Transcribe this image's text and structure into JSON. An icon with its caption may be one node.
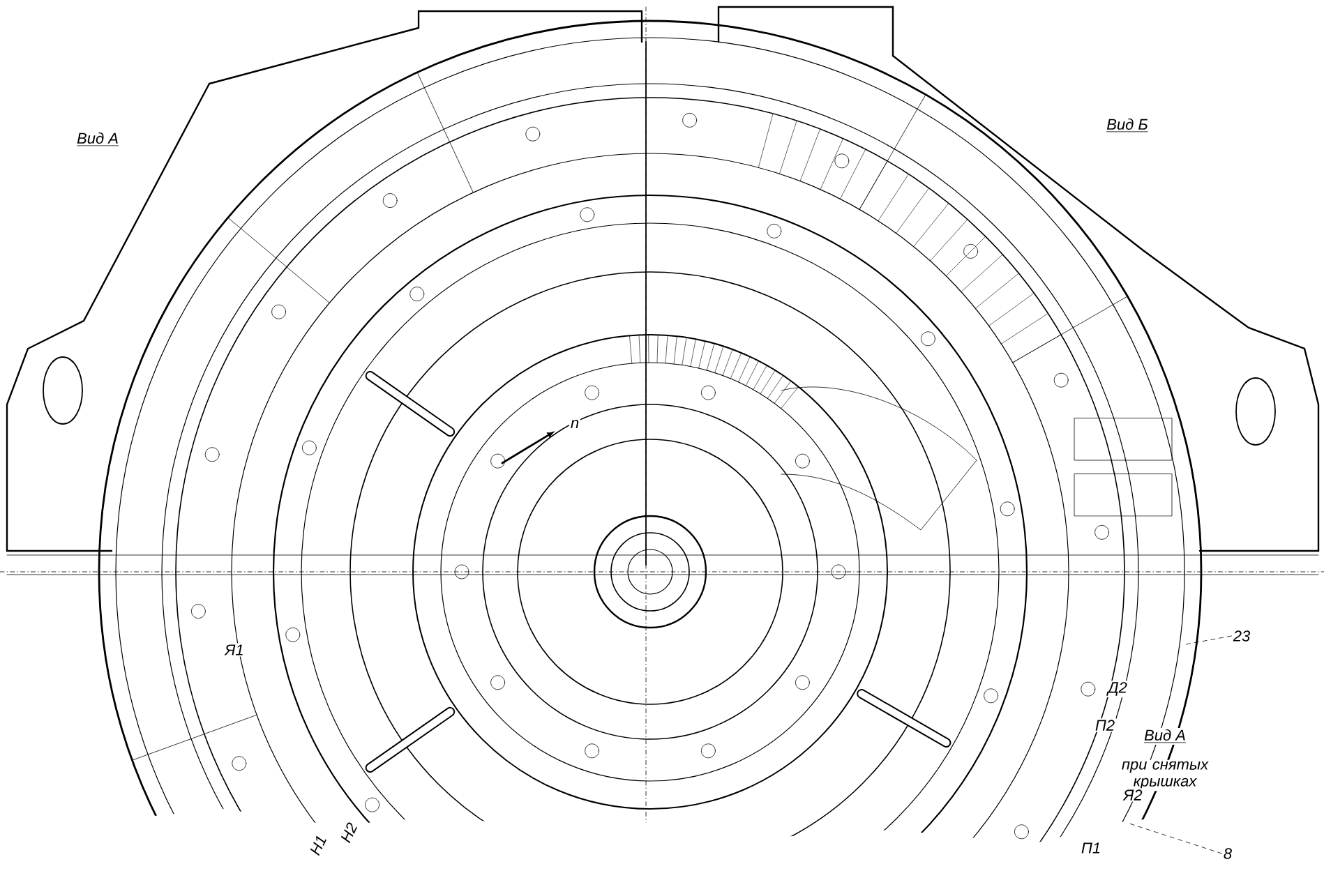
{
  "diagram": {
    "nodes": [
      {
        "text": [
          "23"
        ]
      },
      {
        "text": [
          "8"
        ]
      }
    ],
    "edges": [
      {
        "from": 0,
        "to": null,
        "arrow": "none",
        "style": "dashed"
      },
      {
        "from": 1,
        "to": null,
        "arrow": "none",
        "style": "dashed"
      }
    ],
    "labels": [
      "Вид А",
      "Вид Б",
      "n",
      "Я1",
      "Д2",
      "П2",
      "Вид А",
      "при снятых крышках",
      "Я2",
      "Н2",
      "Н1",
      "П1"
    ]
  }
}
